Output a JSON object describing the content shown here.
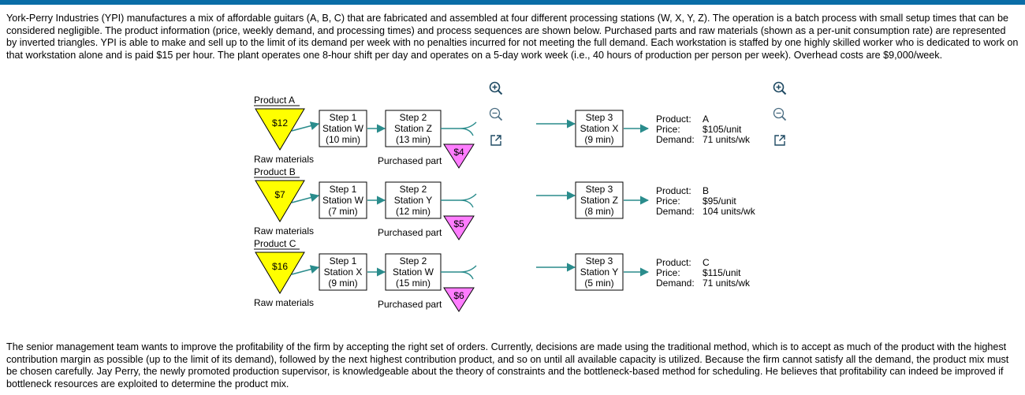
{
  "intro": "York-Perry Industries (YPI) manufactures a mix of affordable guitars (A, B, C) that are fabricated and assembled at four different processing stations (W, X, Y, Z). The operation is a batch process with small setup times that can be considered negligible. The product information (price, weekly demand, and processing times) and process sequences are shown below. Purchased parts and raw materials (shown as a per-unit consumption rate) are represented by inverted triangles. YPI is able to make and sell up to the limit of its demand per week with no penalties incurred for not meeting the full demand. Each workstation is staffed by one highly skilled worker who is dedicated to work on that workstation alone and is paid $15 per hour. The plant operates one 8-hour shift per day and operates on a 5-day work week (i.e., 40 hours of production per person per week). Overhead costs are $9,000/week.",
  "outro": "The senior management team wants to improve the profitability of the firm by accepting the right set of orders. Currently, decisions are made using the traditional method, which is to accept as much of the product with the highest contribution margin as possible (up to the limit of its demand), followed by the next highest contribution product, and so on until all available capacity is utilized. Because the firm cannot satisfy all the demand, the product mix must be chosen carefully. Jay Perry, the newly promoted production supervisor, is knowledgeable about the theory of constraints and the bottleneck-based method for scheduling. He believes that profitability can indeed be improved if bottleneck resources are exploited to determine the product mix.",
  "labels": {
    "raw": "Raw materials",
    "purchased": "Purchased part"
  },
  "product_keys": {
    "product": "Product:",
    "price": "Price:",
    "demand": "Demand:"
  },
  "products": [
    {
      "title": "Product A",
      "raw_cost": "$12",
      "step1": {
        "name": "Step 1",
        "station": "Station W",
        "time": "(10 min)"
      },
      "step2": {
        "name": "Step 2",
        "station": "Station Z",
        "time": "(13 min)"
      },
      "part_cost": "$4",
      "step3": {
        "name": "Step 3",
        "station": "Station X",
        "time": "(9 min)"
      },
      "product": "A",
      "price": "$105/unit",
      "demand": "71 units/wk"
    },
    {
      "title": "Product B",
      "raw_cost": "$7",
      "step1": {
        "name": "Step 1",
        "station": "Station W",
        "time": "(7 min)"
      },
      "step2": {
        "name": "Step 2",
        "station": "Station Y",
        "time": "(12 min)"
      },
      "part_cost": "$5",
      "step3": {
        "name": "Step 3",
        "station": "Station Z",
        "time": "(8 min)"
      },
      "product": "B",
      "price": "$95/unit",
      "demand": "104 units/wk"
    },
    {
      "title": "Product C",
      "raw_cost": "$16",
      "step1": {
        "name": "Step 1",
        "station": "Station X",
        "time": "(9 min)"
      },
      "step2": {
        "name": "Step 2",
        "station": "Station W",
        "time": "(15 min)"
      },
      "part_cost": "$6",
      "step3": {
        "name": "Step 3",
        "station": "Station Y",
        "time": "(5 min)"
      },
      "product": "C",
      "price": "$115/unit",
      "demand": "71 units/wk"
    }
  ],
  "colors": {
    "accent_bar": "#0a6da7",
    "raw_triangle": "#ffff00",
    "part_triangle": "#ff7dff",
    "arrow": "#2a8c8c"
  },
  "icons": [
    "zoom-in-icon",
    "zoom-out-icon",
    "expand-icon"
  ]
}
